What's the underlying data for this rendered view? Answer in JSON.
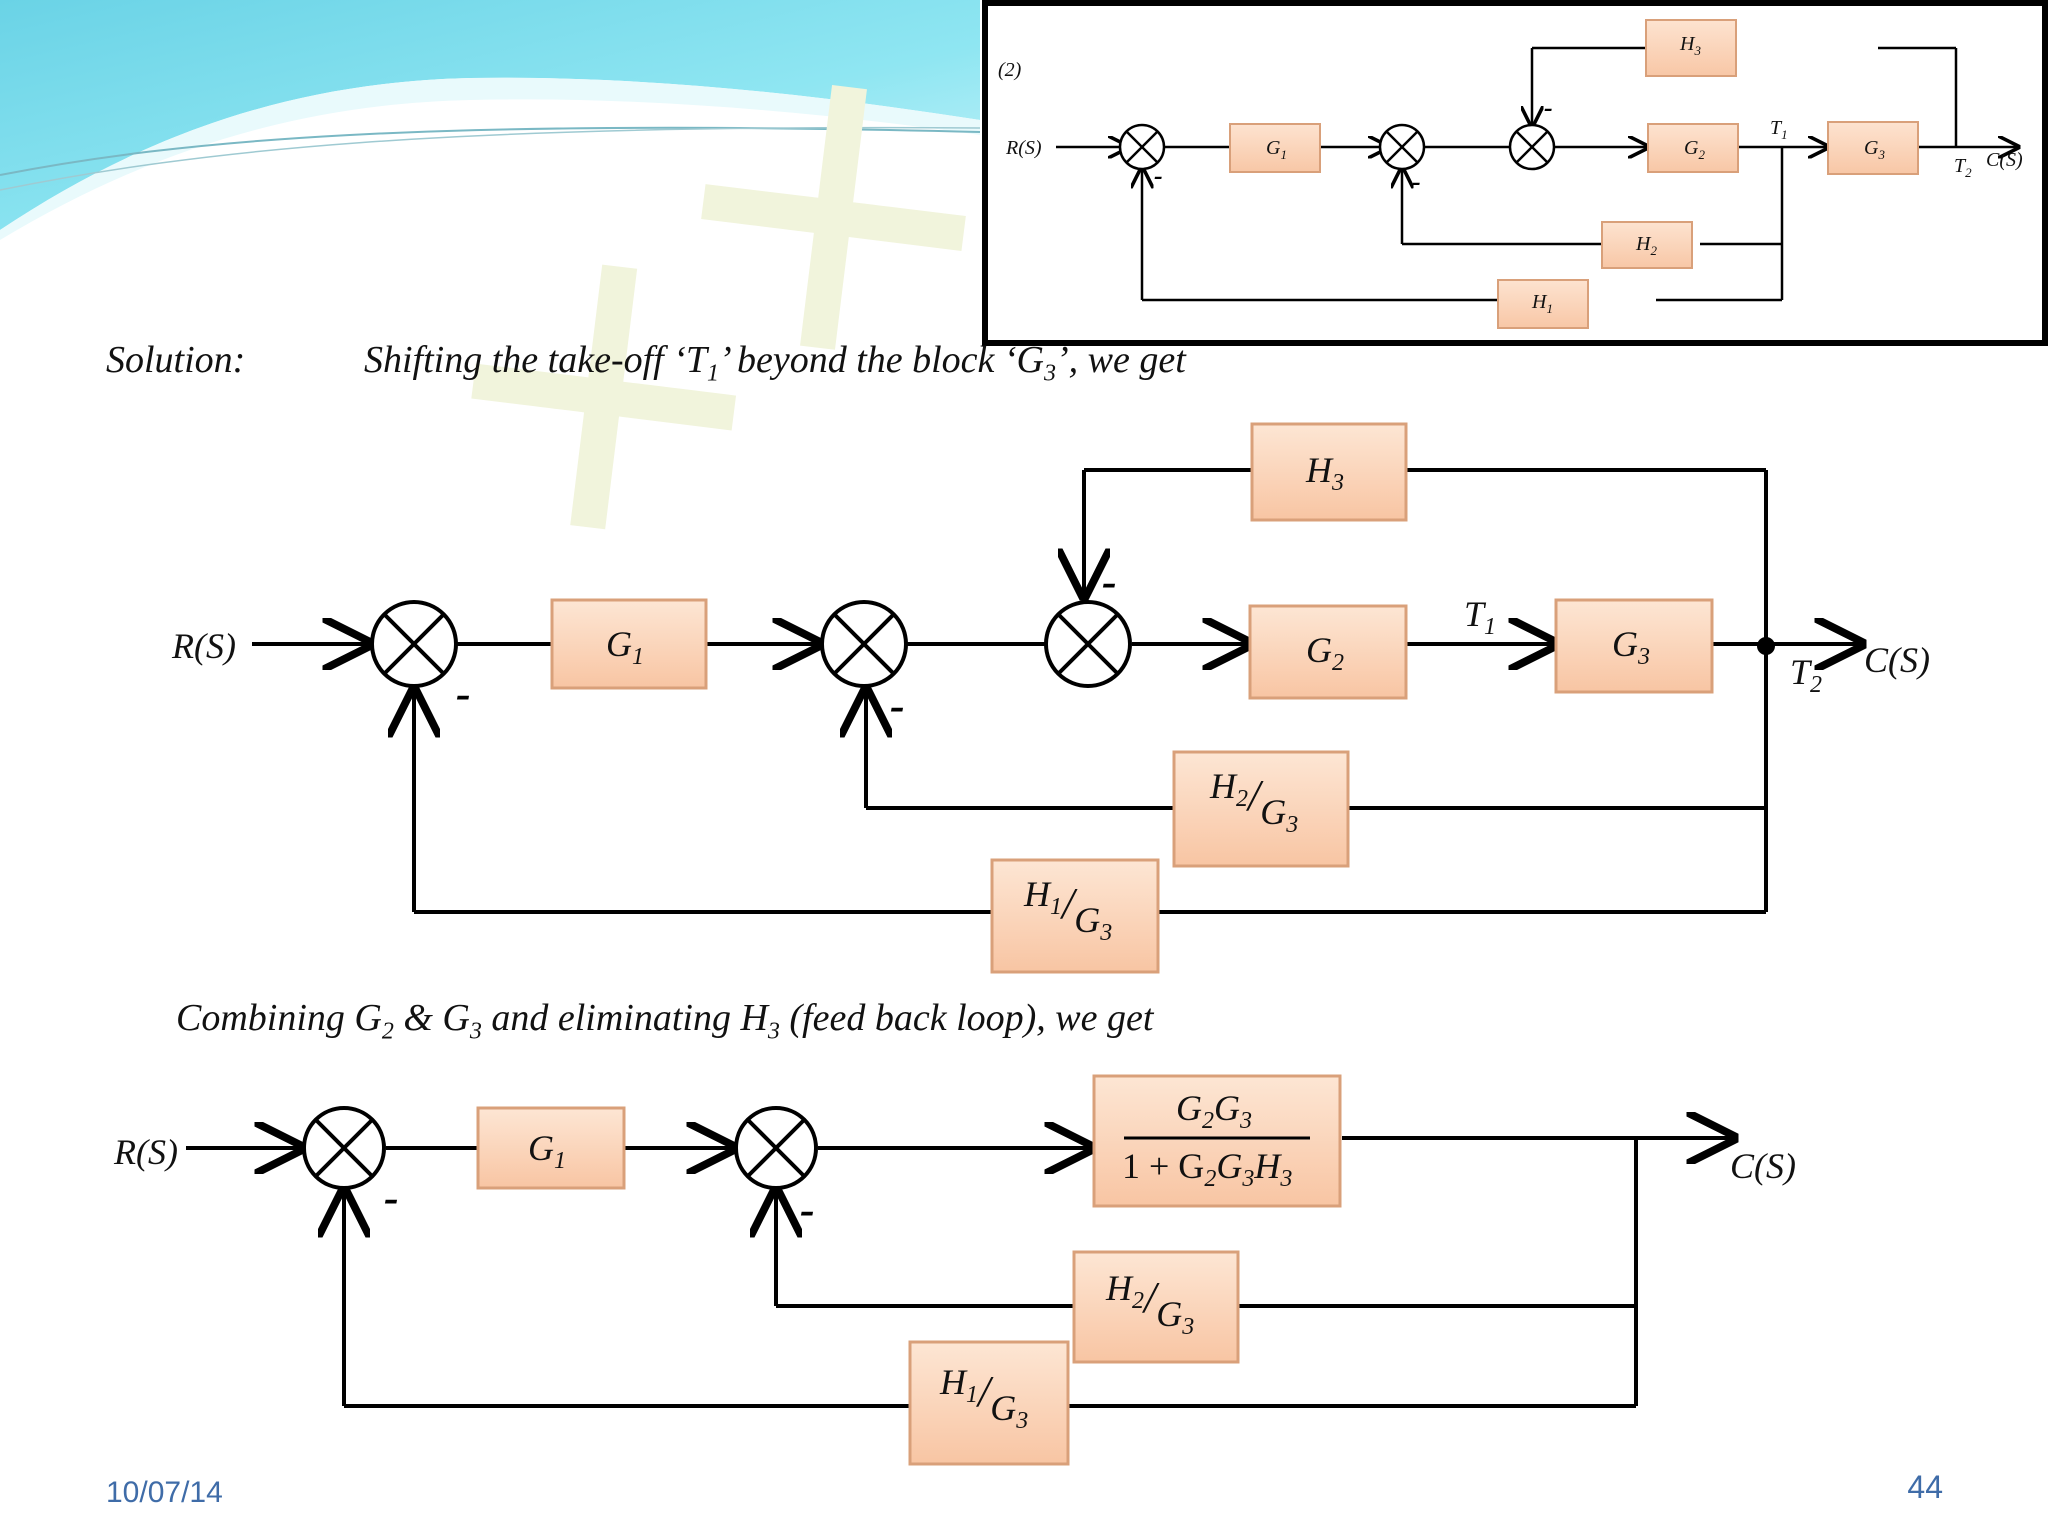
{
  "footer": {
    "date": "10/07/14",
    "page": "44"
  },
  "inset": {
    "label": "(2)",
    "input": "R(S)",
    "output": "C(S)",
    "g1": "G",
    "g1s": "1",
    "g2": "G",
    "g2s": "2",
    "g3": "G",
    "g3s": "3",
    "h1": "H",
    "h1s": "1",
    "h2": "H",
    "h2s": "2",
    "h3": "H",
    "h3s": "3",
    "t1": "T",
    "t1s": "1",
    "t2": "T",
    "t2s": "2",
    "minus": "-"
  },
  "solution": {
    "label": "Solution:",
    "text_pre": "Shifting the take-off  ‘T",
    "text_sub": "1",
    "text_mid": "’ beyond the block ‘G",
    "text_sub2": "3",
    "text_post": "’, we get"
  },
  "diagram1": {
    "input": "R(S)",
    "output": "C(S)",
    "g1": "G",
    "g1s": "1",
    "g2": "G",
    "g2s": "2",
    "g3": "G",
    "g3s": "3",
    "h3": "H",
    "h3s": "3",
    "h2": "H",
    "h2s": "2",
    "h2den": "G",
    "h2dens": "3",
    "h1": "H",
    "h1s": "1",
    "h1den": "G",
    "h1dens": "3",
    "t1": "T",
    "t1s": "1",
    "t2": "T",
    "t2s": "2",
    "minus": "-",
    "slash": "/"
  },
  "combining": {
    "pre": "Combining G",
    "s1": "2",
    "mid1": " & G",
    "s2": "3",
    "mid2": " and eliminating H",
    "s3": "3",
    "post": " (feed back loop), we get"
  },
  "diagram2": {
    "input": "R(S)",
    "output": "C(S)",
    "g1": "G",
    "g1s": "1",
    "num_a": "G",
    "num_as": "2",
    "num_b": "G",
    "num_bs": "3",
    "den_1": "1 + G",
    "den_s1": "2",
    "den_g": "G",
    "den_s2": "3",
    "den_h": "H",
    "den_s3": "3",
    "h2": "H",
    "h2s": "2",
    "h2den": "G",
    "h2dens": "3",
    "h1": "H",
    "h1s": "1",
    "h1den": "G",
    "h1dens": "3",
    "minus": "-",
    "slash": "/"
  }
}
